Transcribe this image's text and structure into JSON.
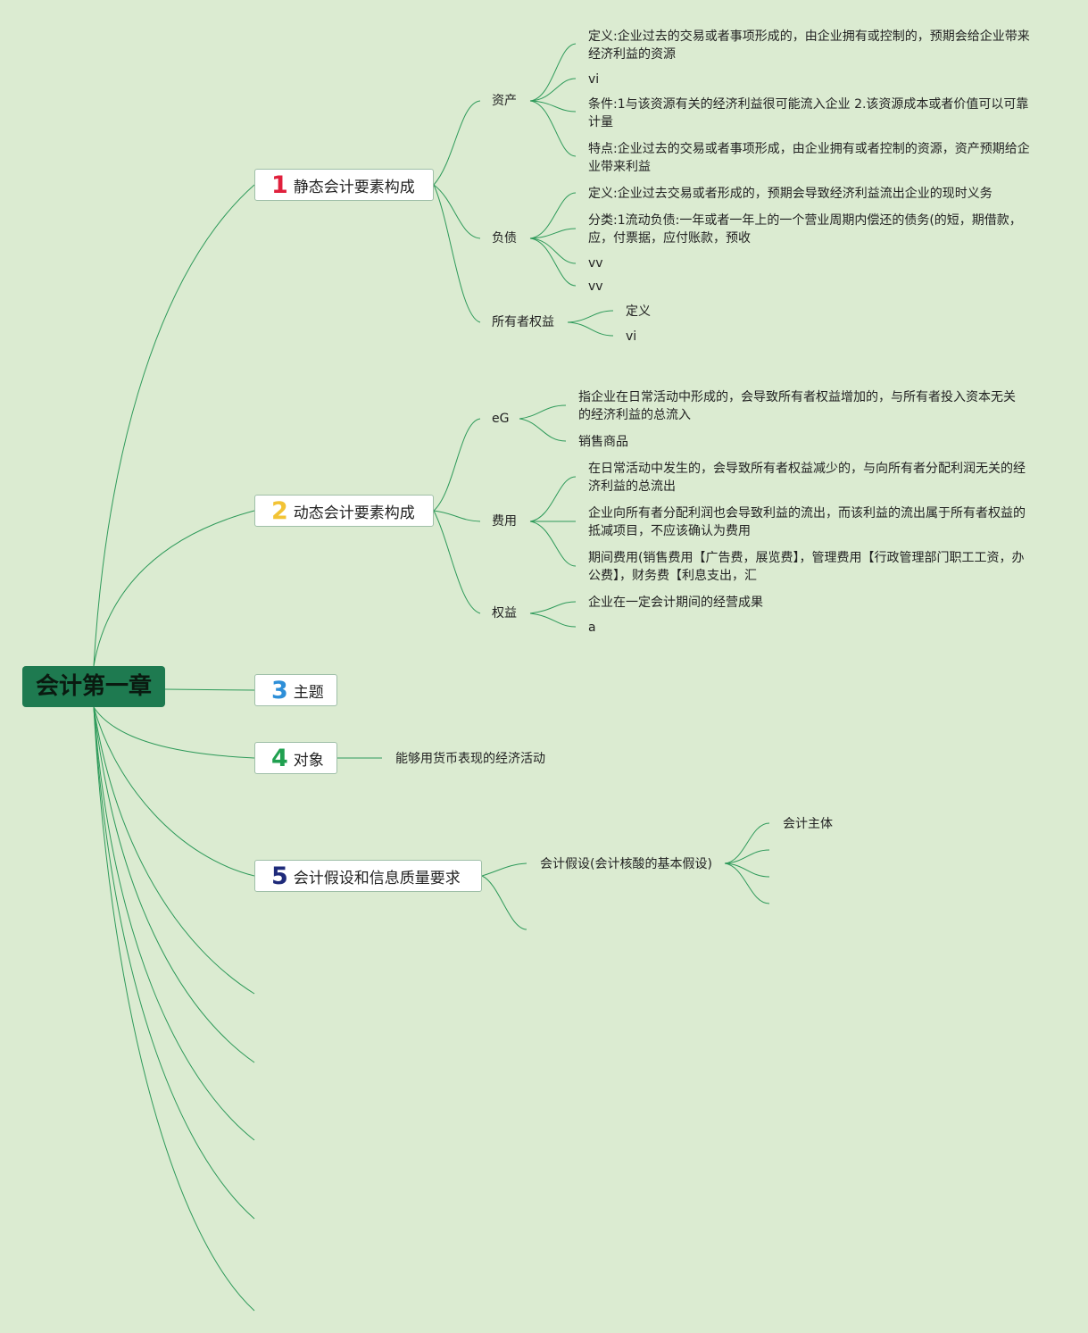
{
  "root": "会计第一章",
  "topics": [
    {
      "num": "1",
      "label": "静态会计要素构成",
      "num_color": "#e0203c"
    },
    {
      "num": "2",
      "label": "动态会计要素构成",
      "num_color": "#f2c335"
    },
    {
      "num": "3",
      "label": "主题",
      "num_color": "#2e8fd8"
    },
    {
      "num": "4",
      "label": "对象",
      "num_color": "#20a050"
    },
    {
      "num": "5",
      "label": "会计假设和信息质量要求",
      "num_color": "#1e2a7a"
    }
  ],
  "t1": {
    "assets": {
      "label": "资产",
      "items": [
        "定义:企业过去的交易或者事项形成的，由企业拥有或控制的，预期会给企业带来经济利益的资源",
        "vi",
        "条件:1与该资源有关的经济利益很可能流入企业 2.该资源成本或者价值可以可靠计量",
        "特点:企业过去的交易或者事项形成，由企业拥有或者控制的资源，资产预期给企业带来利益"
      ]
    },
    "liabilities": {
      "label": "负债",
      "items": [
        "定义:企业过去交易或者形成的，预期会导致经济利益流出企业的现时义务",
        "分类:1流动负债:一年或者一年上的一个营业周期内偿还的债务(的短，期借款，应，付票据，应付账款，预收",
        "vv",
        "vv"
      ]
    },
    "equity": {
      "label": "所有者权益",
      "items": [
        "定义",
        "vi"
      ]
    }
  },
  "t2": {
    "eg": {
      "label": "eG",
      "items": [
        "指企业在日常活动中形成的，会导致所有者权益增加的，与所有者投入资本无关的经济利益的总流入",
        "销售商品"
      ]
    },
    "expense": {
      "label": "费用",
      "items": [
        "在日常活动中发生的，会导致所有者权益减少的，与向所有者分配利润无关的经济利益的总流出",
        "企业向所有者分配利润也会导致利益的流出，而该利益的流出属于所有者权益的抵减项目，不应该确认为费用",
        "期间费用(销售费用【广告费，展览费】，管理费用【行政管理部门职工工资，办公费】，财务费【利息支出，汇"
      ]
    },
    "rights": {
      "label": "权益",
      "items": [
        "企业在一定会计期间的经营成果",
        "a"
      ]
    }
  },
  "t4": {
    "child": "能够用货币表现的经济活动"
  },
  "t5": {
    "assumption": {
      "label": "会计假设(会计核酸的基本假设)",
      "items": [
        "会计主体"
      ]
    }
  }
}
